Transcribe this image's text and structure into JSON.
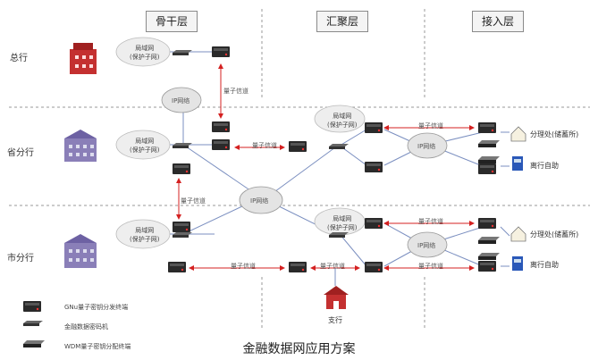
{
  "columns": [
    "骨干层",
    "汇聚层",
    "接入层"
  ],
  "rows": [
    "总行",
    "省分行",
    "市分行"
  ],
  "cloud_lan": [
    "局域网",
    "(保护子网)"
  ],
  "cloud_ip": "IP网络",
  "quantum_channel": "量子信道",
  "branch_office": "分理处(储蓄所)",
  "atm": "离行自助",
  "sub_branch": "支行",
  "legend": [
    {
      "icon": "gnu-quantum-key-distributor-icon",
      "label": "GNu量子密钥分发终端"
    },
    {
      "icon": "financial-data-encryptor-icon",
      "label": "金融数据密码机"
    },
    {
      "icon": "wdm-quantum-key-distributor-icon",
      "label": "WDM量子密钥分配终端"
    }
  ],
  "title": "金融数据网应用方案",
  "colors": {
    "quantum_link": "#d42020",
    "network_link": "#7b8fc0",
    "divider": "#999999"
  }
}
